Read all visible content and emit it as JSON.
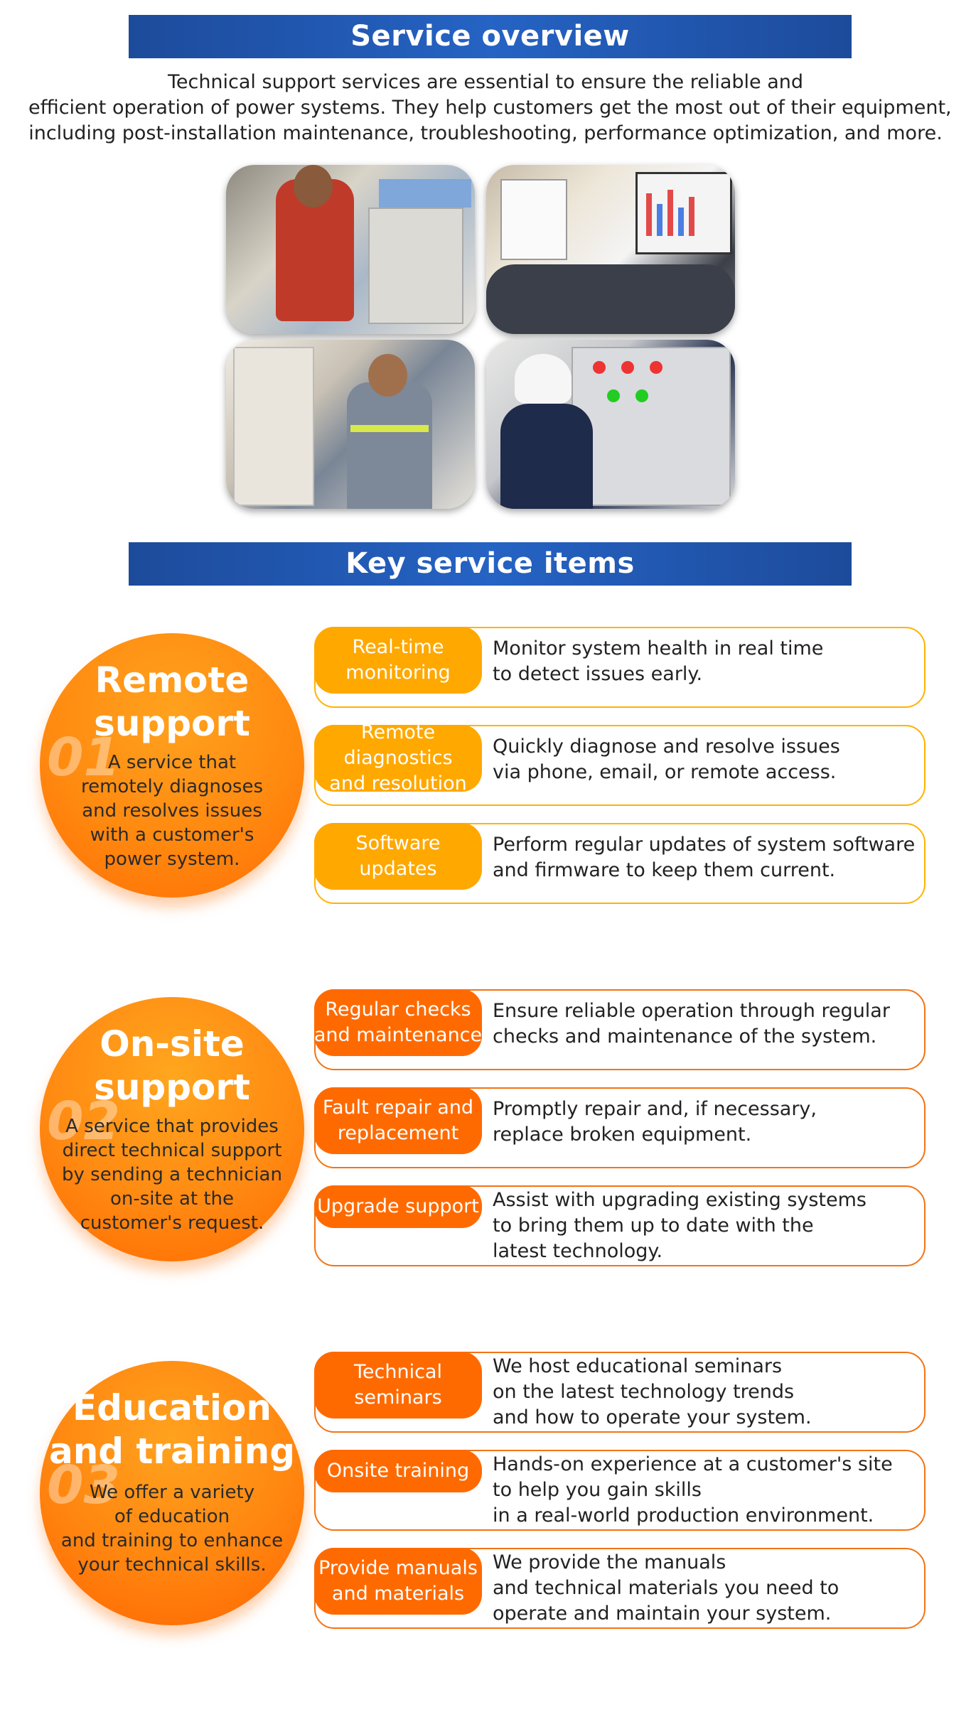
{
  "overview": {
    "title": "Service overview",
    "intro_lines": [
      "Technical support services are essential to ensure the reliable and",
      "efficient operation of power systems. They help customers get the most out of their equipment,",
      "including post-installation maintenance, troubleshooting, performance optimization, and more."
    ]
  },
  "key_items": {
    "title": "Key service items"
  },
  "sections": [
    {
      "number": "01",
      "title_lines": [
        "Remote",
        "support"
      ],
      "desc_lines": [
        "A service that",
        "remotely diagnoses",
        "and resolves issues",
        "with a customer's",
        "power system."
      ],
      "items": [
        {
          "tag_lines": [
            "Real-time",
            "monitoring"
          ],
          "desc_lines": [
            "Monitor system health in real time",
            "to detect issues early."
          ]
        },
        {
          "tag_lines": [
            "Remote",
            "diagnostics",
            "and resolution"
          ],
          "desc_lines": [
            "Quickly diagnose and resolve issues",
            "via phone, email, or remote access."
          ]
        },
        {
          "tag_lines": [
            "Software",
            "updates"
          ],
          "desc_lines": [
            "Perform regular updates of system software",
            "and firmware to keep them current."
          ]
        }
      ]
    },
    {
      "number": "02",
      "title_lines": [
        "On-site",
        "support"
      ],
      "desc_lines": [
        "A service that provides",
        "direct technical support",
        "by sending a technician",
        "on-site at the",
        "customer's request."
      ],
      "items": [
        {
          "tag_lines": [
            "Regular checks",
            "and maintenance"
          ],
          "desc_lines": [
            "Ensure reliable operation through regular",
            "checks and maintenance of the system."
          ]
        },
        {
          "tag_lines": [
            "Fault repair and",
            "replacement"
          ],
          "desc_lines": [
            "Promptly repair and, if necessary,",
            "replace broken equipment."
          ]
        },
        {
          "tag_lines": [
            "Upgrade support"
          ],
          "desc_lines": [
            "Assist with upgrading existing systems",
            "to bring them up to date with the",
            "latest technology."
          ]
        }
      ]
    },
    {
      "number": "03",
      "title_lines": [
        "Education",
        "and training"
      ],
      "desc_lines": [
        "We offer a variety",
        "of education",
        "and training to enhance",
        "your technical skills."
      ],
      "items": [
        {
          "tag_lines": [
            "Technical",
            "seminars"
          ],
          "desc_lines": [
            "We host educational seminars",
            "on the latest technology trends",
            "and how to operate your system."
          ]
        },
        {
          "tag_lines": [
            "Onsite training"
          ],
          "desc_lines": [
            "Hands-on experience at a customer's site",
            "to help you gain skills",
            "in a real-world production environment."
          ]
        },
        {
          "tag_lines": [
            "Provide manuals",
            "and materials"
          ],
          "desc_lines": [
            "We provide the manuals",
            "and technical materials you need to",
            "operate and maintain your system."
          ]
        }
      ]
    }
  ],
  "colors": {
    "banner_blue": "#1d4b9b",
    "tag_yellow": "#ffa800",
    "tag_orange": "#ff6a00",
    "circle_orange": "#ff8a10"
  }
}
